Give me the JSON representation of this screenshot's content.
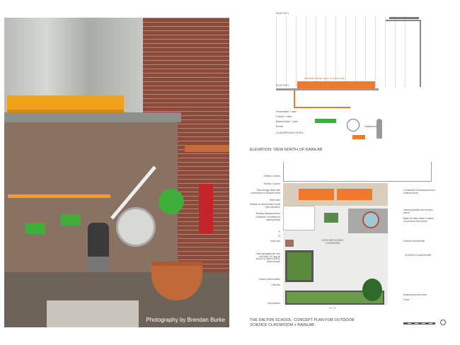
{
  "photo": {
    "credit": "Photography by Brendan Burke"
  },
  "elevation": {
    "title": "ELEVATION: VIEW NORTH OF RAINLAB",
    "labels": {
      "rooftop1": "ROOFTOP 1",
      "rooftop2": "ROOFTOP 2",
      "classroom": "CLASSROOM LEVEL",
      "tanks": "Rainwater storage tanks on shared base",
      "showerhead": "Showerhead + valve",
      "funnels": "Funnels + valve",
      "balance": "Balance basin + valve",
      "runnel": "Runnel",
      "paddlewheel": "Paddlewheel"
    }
  },
  "plan": {
    "title_line1": "THE DALTON SCHOOL: CONCEPT PLAN FOR OUTDOOR",
    "title_line2": "SCIENCE CLASSROOM + RAINLAB",
    "center_label": "OUTDOOR SCIENCE CLASSROOM",
    "science_classrooms": "SCIENCE CLASSROOMS",
    "dim_horizontal": "17' - 9\"",
    "dim_vertical": "17' - 3\"",
    "left_labels": [
      "Rooftop 1 above",
      "Rooftop 2 above",
      "Rain storage tanks with connections to Rainlab below",
      "Wind vane",
      "Rainlab on vertical face of wall (See elevation)",
      "Building equipment area",
      "Coldframe, moveable for starting seeds",
      "Worm bin",
      "Clear plexiglass tile over roof drain 1/2\" gap all around to allow runoff to drain through",
      "Outdoor thermometer",
      "Chimney",
      "Low planters"
    ],
    "right_labels": [
      "Connection to downspouts from rooftops above",
      "Informal planters and shelves above",
      "Basin for water plants, located on pervious river stones",
      "Outdoor thermometer",
      "Amelanchier tiered tree",
      "Fence"
    ]
  },
  "colors": {
    "orange": "#f07a2a",
    "green": "#3fae3a",
    "brick": "#8b4a3a"
  }
}
